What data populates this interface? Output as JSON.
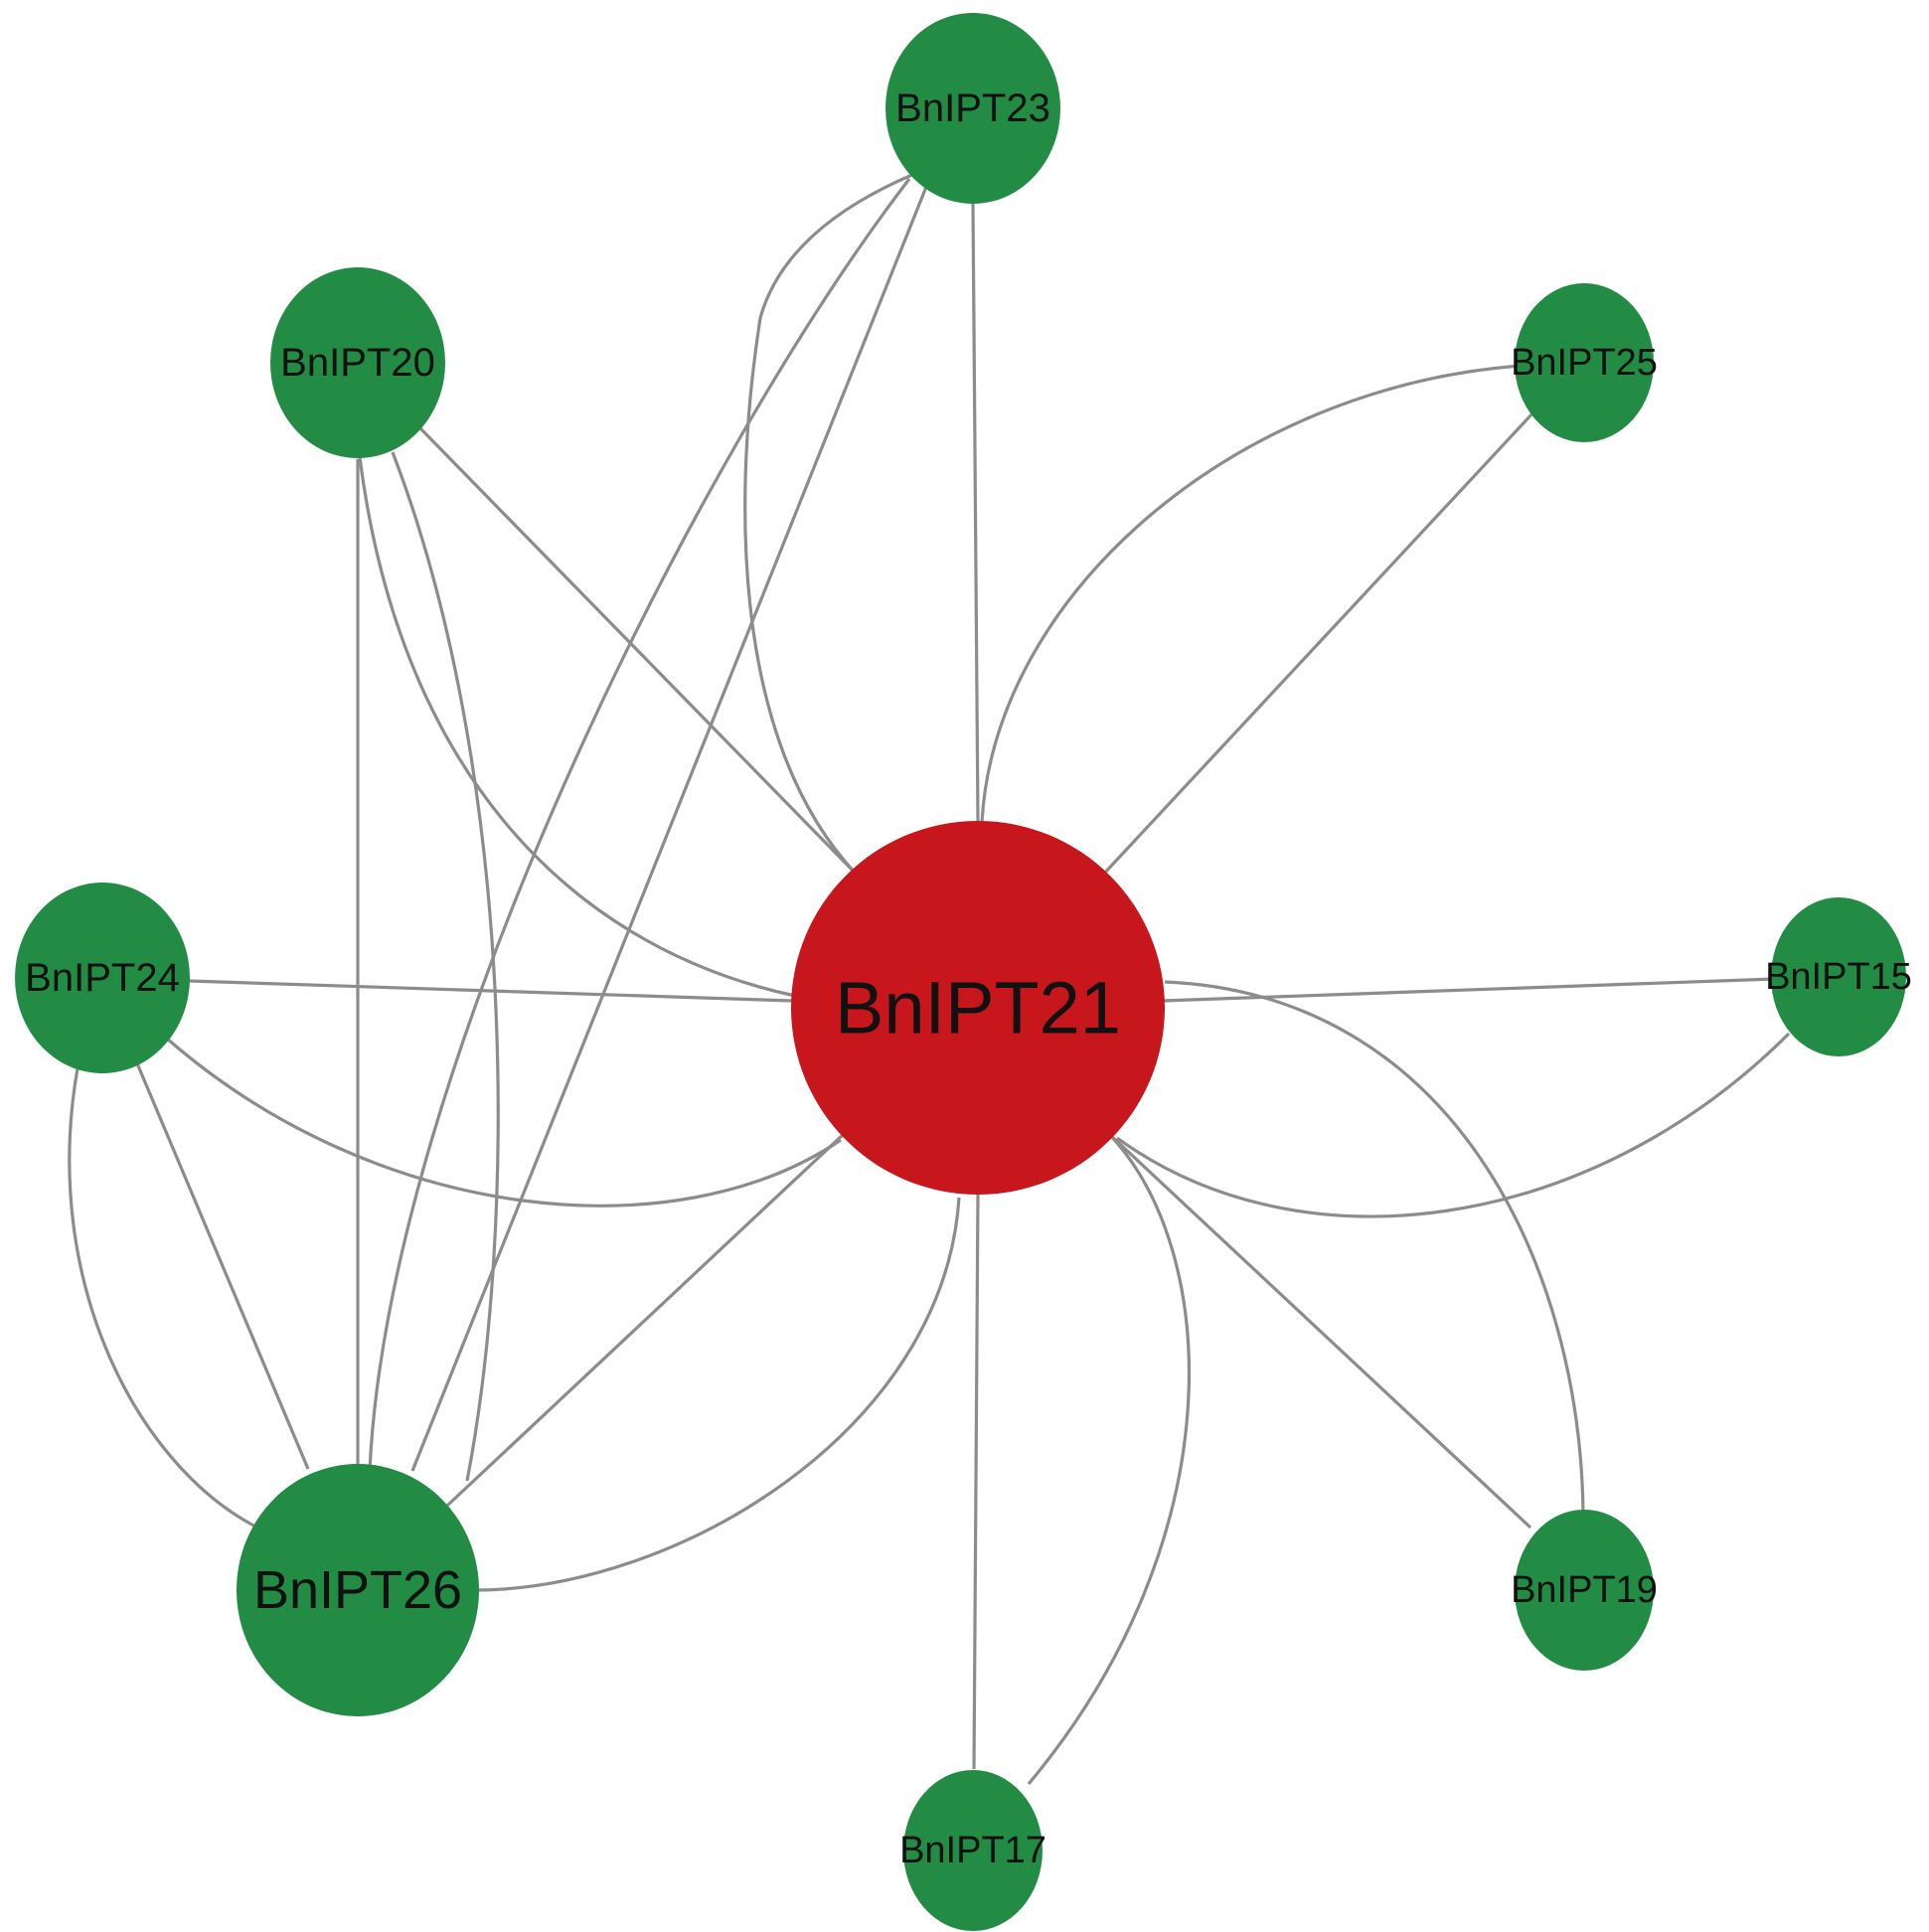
{
  "diagram": {
    "nodes": [
      {
        "id": "BnIPT21",
        "label": "BnIPT21",
        "color": "#c8161d",
        "role": "hub"
      },
      {
        "id": "BnIPT23",
        "label": "BnIPT23",
        "color": "#228b44"
      },
      {
        "id": "BnIPT20",
        "label": "BnIPT20",
        "color": "#228b44"
      },
      {
        "id": "BnIPT25",
        "label": "BnIPT25",
        "color": "#228b44"
      },
      {
        "id": "BnIPT24",
        "label": "BnIPT24",
        "color": "#228b44"
      },
      {
        "id": "BnIPT15",
        "label": "BnIPT15",
        "color": "#228b44"
      },
      {
        "id": "BnIPT26",
        "label": "BnIPT26",
        "color": "#228b44"
      },
      {
        "id": "BnIPT19",
        "label": "BnIPT19",
        "color": "#228b44"
      },
      {
        "id": "BnIPT17",
        "label": "BnIPT17",
        "color": "#228b44"
      }
    ],
    "edges": [
      [
        "BnIPT21",
        "BnIPT23"
      ],
      [
        "BnIPT21",
        "BnIPT20"
      ],
      [
        "BnIPT21",
        "BnIPT25"
      ],
      [
        "BnIPT21",
        "BnIPT24"
      ],
      [
        "BnIPT21",
        "BnIPT15"
      ],
      [
        "BnIPT21",
        "BnIPT26"
      ],
      [
        "BnIPT21",
        "BnIPT19"
      ],
      [
        "BnIPT21",
        "BnIPT17"
      ],
      [
        "BnIPT23",
        "BnIPT26"
      ],
      [
        "BnIPT20",
        "BnIPT26"
      ],
      [
        "BnIPT24",
        "BnIPT26"
      ]
    ],
    "edge_color": "#8c8c8c"
  }
}
